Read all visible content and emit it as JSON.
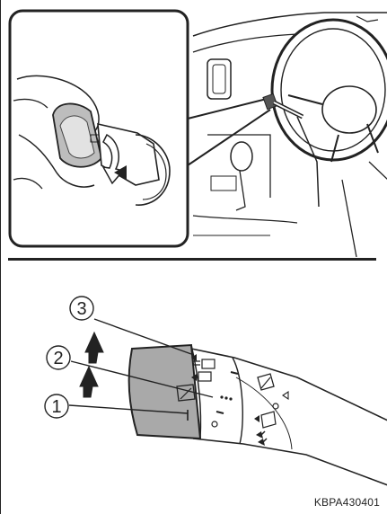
{
  "figure_code": "KBPA430401",
  "callouts": [
    "1",
    "2",
    "3"
  ],
  "colors": {
    "line": "#222222",
    "knob_fill": "#a9a9a9",
    "knob_light": "#dcdcdc",
    "background": "#ffffff"
  },
  "icons": [
    "wiper-lever-illustration",
    "steering-wheel-illustration",
    "up-arrow-icon",
    "front-wiper-icon",
    "washer-icon",
    "mist-icon",
    "intermittent-icon"
  ]
}
